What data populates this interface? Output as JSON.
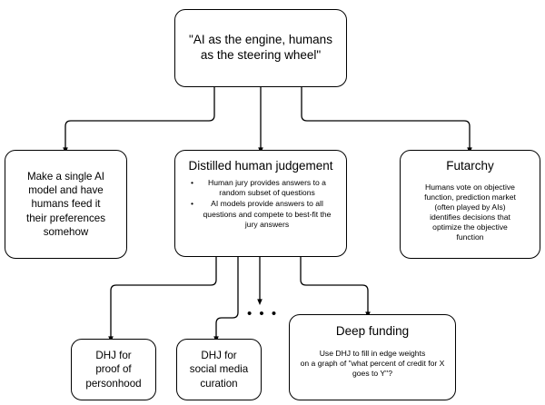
{
  "diagram": {
    "title_node": {
      "id": "ai-engine-humans-steering",
      "text": "\"AI as the engine, humans\nas the steering wheel\""
    },
    "branch_nodes": [
      {
        "id": "single-ai-model-preferences",
        "text": "Make a single AI\nmodel and have\nhumans feed it\ntheir preferences\nsomehow"
      },
      {
        "id": "distilled-human-judgement",
        "heading": "Distilled human judgement",
        "bullets": [
          "Human jury provides answers to a random subset of questions",
          "AI models provide answers to all questions and compete to best-fit the jury answers"
        ],
        "bullet_marker": "•"
      },
      {
        "id": "futarchy",
        "heading": "Futarchy",
        "body": "Humans vote on objective\nfunction, prediction market\n(often played by AIs)\nidentifies decisions that\noptimize the objective\nfunction"
      }
    ],
    "leaf_nodes": [
      {
        "id": "dhj-proof-of-personhood",
        "text": "DHJ for\nproof of\npersonhood"
      },
      {
        "id": "dhj-social-media-curation",
        "text": "DHJ for\nsocial media\ncuration"
      },
      {
        "id": "deep-funding",
        "heading": "Deep funding",
        "body": "Use DHJ to fill in edge weights\non a graph of \"what percent of credit for X\ngoes to Y\"?"
      }
    ],
    "ellipsis": "• • •",
    "colors": {
      "stroke": "#000000",
      "fill": "#ffffff",
      "text": "#000000"
    }
  }
}
